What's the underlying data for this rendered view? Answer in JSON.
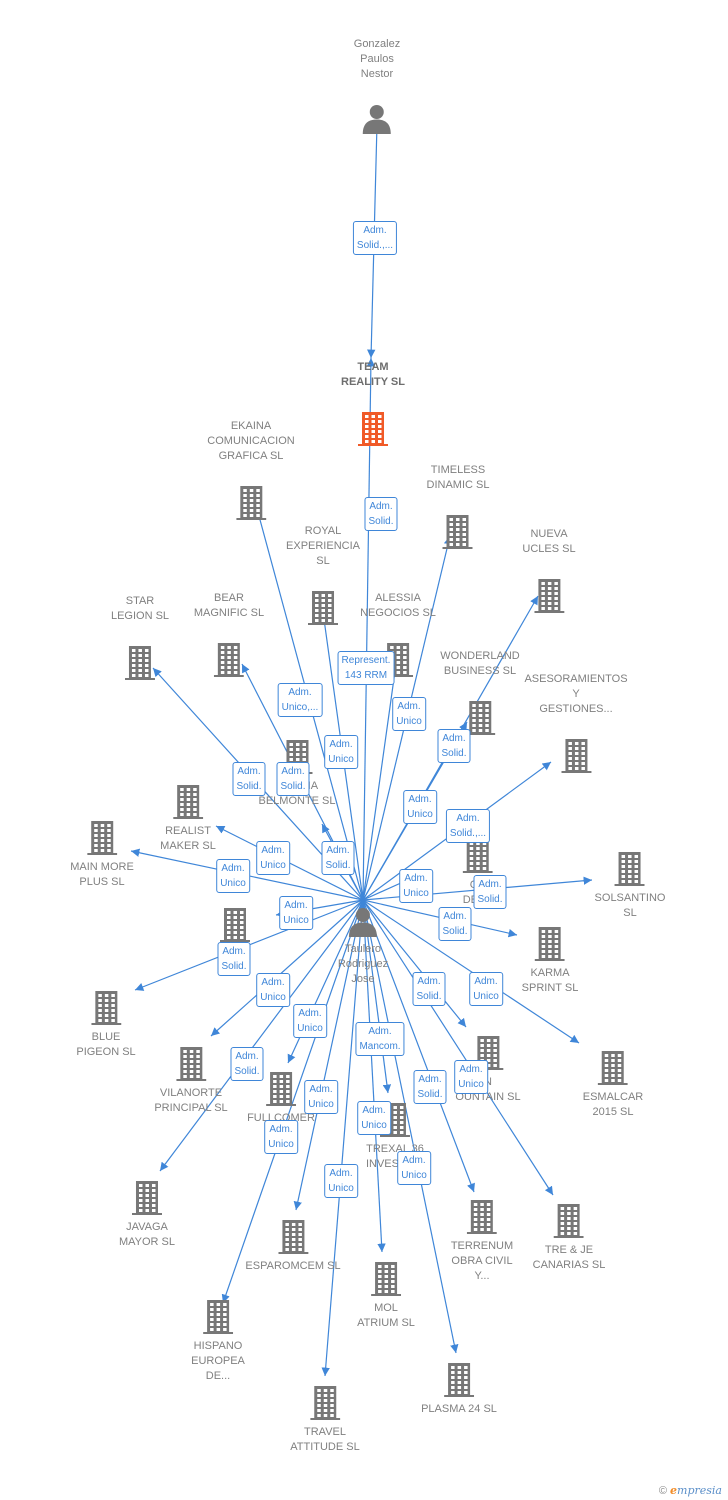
{
  "colors": {
    "edge": "#3f86d8",
    "icon": "#777777",
    "focus": "#f05a28",
    "label": "#808080"
  },
  "people": [
    {
      "id": "gpn",
      "label": "Gonzalez\nPaulos\nNestor",
      "label_pos": "above"
    },
    {
      "id": "trj",
      "label": "Taulero\nRodriguez\nJose",
      "label_pos": "below"
    }
  ],
  "companies": [
    {
      "id": "team",
      "label": "TEAM\nREALITY SL",
      "label_pos": "above",
      "focus": true
    },
    {
      "id": "ekaina",
      "label": "EKAINA\nCOMUNICACION\nGRAFICA SL",
      "label_pos": "above"
    },
    {
      "id": "timeless",
      "label": "TIMELESS\nDINAMIC SL",
      "label_pos": "above"
    },
    {
      "id": "royal",
      "label": "ROYAL\nEXPERIENCIA\nSL",
      "label_pos": "above"
    },
    {
      "id": "nueva",
      "label": "NUEVA\nUCLES SL",
      "label_pos": "above"
    },
    {
      "id": "star",
      "label": "STAR\nLEGION SL",
      "label_pos": "above"
    },
    {
      "id": "bear",
      "label": "BEAR\nMAGNIFIC SL",
      "label_pos": "above"
    },
    {
      "id": "alessia",
      "label": "ALESSIA\nNEGOCIOS SL",
      "label_pos": "above"
    },
    {
      "id": "wonderland",
      "label": "WONDERLAND\nBUSINESS SL",
      "label_pos": "above"
    },
    {
      "id": "asesor",
      "label": "ASESORAMIENTOS\nY\nGESTIONES...",
      "label_pos": "above"
    },
    {
      "id": "molina",
      "label": "MOLINA\nBELMONTE SL",
      "label_pos": "below"
    },
    {
      "id": "realist",
      "label": "REALIST\nMAKER SL",
      "label_pos": "below"
    },
    {
      "id": "mainmore",
      "label": "MAIN MORE\nPLUS SL",
      "label_pos": "below"
    },
    {
      "id": "defo",
      "label": "CO\nDEFO",
      "label_pos": "below"
    },
    {
      "id": "solsantino",
      "label": "SOLSANTINO\nSL",
      "label_pos": "below"
    },
    {
      "id": "s_l",
      "label": "S",
      "label_pos": "below"
    },
    {
      "id": "karma",
      "label": "KARMA\nSPRINT SL",
      "label_pos": "below"
    },
    {
      "id": "blue",
      "label": "BLUE\nPIGEON SL",
      "label_pos": "below"
    },
    {
      "id": "vilanorte",
      "label": "VILANORTE\nPRINCIPAL SL",
      "label_pos": "below"
    },
    {
      "id": "fullcomer",
      "label": "FULLCOMER\n2",
      "label_pos": "below"
    },
    {
      "id": "mountain",
      "label": "N\nOUNTAIN SL",
      "label_pos": "below"
    },
    {
      "id": "esmalcar",
      "label": "ESMALCAR\n2015 SL",
      "label_pos": "below"
    },
    {
      "id": "trexal",
      "label": "TREXAL 36\nINVESTM L",
      "label_pos": "below"
    },
    {
      "id": "javaga",
      "label": "JAVAGA\nMAYOR SL",
      "label_pos": "below"
    },
    {
      "id": "terrenum",
      "label": "TERRENUM\nOBRA CIVIL\nY...",
      "label_pos": "below"
    },
    {
      "id": "treje",
      "label": "TRE & JE\nCANARIAS SL",
      "label_pos": "below"
    },
    {
      "id": "esparomcem",
      "label": "ESPAROMCEM SL",
      "label_pos": "below"
    },
    {
      "id": "mol",
      "label": "MOL\nATRIUM SL",
      "label_pos": "below"
    },
    {
      "id": "hispano",
      "label": "HISPANO\nEUROPEA\nDE...",
      "label_pos": "below"
    },
    {
      "id": "plasma",
      "label": "PLASMA 24 SL",
      "label_pos": "below"
    },
    {
      "id": "travel",
      "label": "TRAVEL\nATTITUDE SL",
      "label_pos": "below"
    }
  ],
  "relations": [
    {
      "from": "gpn",
      "to": "team",
      "label": "Adm.\nSolid.,..."
    },
    {
      "from": "trj",
      "to": "team",
      "label": "Adm.\nSolid."
    },
    {
      "from": "trj",
      "to": "ekaina",
      "label": "Adm.\nUnico,..."
    },
    {
      "from": "trj",
      "to": "timeless",
      "label": "Adm.\nUnico"
    },
    {
      "from": "trj",
      "to": "royal",
      "label": "Adm.\nUnico"
    },
    {
      "from": "trj",
      "to": "alessia",
      "label": "Represent.\n143 RRM"
    },
    {
      "from": "trj",
      "to": "nueva",
      "label": "Adm.\nSolid."
    },
    {
      "from": "trj",
      "to": "star",
      "label": "Adm.\nSolid."
    },
    {
      "from": "trj",
      "to": "bear",
      "label": "Adm.\nSolid."
    },
    {
      "from": "trj",
      "to": "wonderland",
      "label": "Adm.\nUnico"
    },
    {
      "from": "trj",
      "to": "asesor",
      "label": "Adm.\nSolid.,..."
    },
    {
      "from": "trj",
      "to": "molina",
      "label": "Adm.\nSolid."
    },
    {
      "from": "trj",
      "to": "realist",
      "label": "Adm.\nUnico"
    },
    {
      "from": "trj",
      "to": "mainmore",
      "label": "Adm.\nUnico"
    },
    {
      "from": "trj",
      "to": "defo",
      "label": "Adm.\nUnico"
    },
    {
      "from": "trj",
      "to": "solsantino",
      "label": "Adm.\nSolid."
    },
    {
      "from": "trj",
      "to": "s_l",
      "label": "Adm.\nUnico"
    },
    {
      "from": "trj",
      "to": "karma",
      "label": "Adm.\nSolid."
    },
    {
      "from": "trj",
      "to": "blue",
      "label": "Adm.\nSolid."
    },
    {
      "from": "trj",
      "to": "vilanorte",
      "label": "Adm.\nUnico"
    },
    {
      "from": "trj",
      "to": "fullcomer",
      "label": "Adm.\nUnico"
    },
    {
      "from": "trj",
      "to": "mountain",
      "label": "Adm.\nSolid."
    },
    {
      "from": "trj",
      "to": "esmalcar",
      "label": "Adm.\nUnico"
    },
    {
      "from": "trj",
      "to": "trexal",
      "label": "Adm.\nMancom."
    },
    {
      "from": "trj",
      "to": "javaga",
      "label": "Adm.\nSolid."
    },
    {
      "from": "trj",
      "to": "terrenum",
      "label": "Adm.\nSolid."
    },
    {
      "from": "trj",
      "to": "treje",
      "label": "Adm.\nUnico"
    },
    {
      "from": "trj",
      "to": "esparomcem",
      "label": "Adm.\nUnico"
    },
    {
      "from": "trj",
      "to": "mol",
      "label": "Adm.\nUnico"
    },
    {
      "from": "trj",
      "to": "hispano",
      "label": "Adm.\nUnico"
    },
    {
      "from": "trj",
      "to": "plasma",
      "label": "Adm.\nUnico"
    },
    {
      "from": "trj",
      "to": "travel",
      "label": "Adm.\nUnico"
    }
  ],
  "footer": {
    "symbol": "©",
    "brand_e": "e",
    "brand_rest": "mpresia"
  }
}
